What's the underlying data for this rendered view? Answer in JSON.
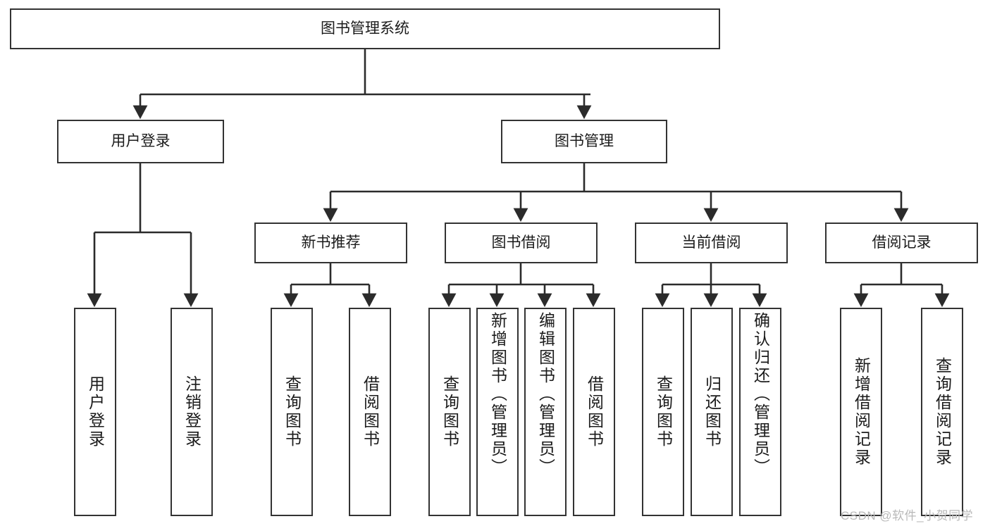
{
  "diagram": {
    "title": "图书管理系统",
    "root": {
      "label": "图书管理系统"
    },
    "level2": [
      {
        "label": "用户登录"
      },
      {
        "label": "图书管理"
      }
    ],
    "level3": [
      {
        "label": "新书推荐"
      },
      {
        "label": "图书借阅"
      },
      {
        "label": "当前借阅"
      },
      {
        "label": "借阅记录"
      }
    ],
    "leaves": {
      "user_login": [
        {
          "label": "用户登录"
        },
        {
          "label": "注销登录"
        }
      ],
      "new_book_recommend": [
        {
          "label": "查询图书"
        },
        {
          "label": "借阅图书"
        }
      ],
      "book_borrow": [
        {
          "label": "查询图书"
        },
        {
          "label": "新增图书（管理员）"
        },
        {
          "label": "编辑图书（管理员）"
        },
        {
          "label": "借阅图书"
        }
      ],
      "current_borrow": [
        {
          "label": "查询图书"
        },
        {
          "label": "归还图书"
        },
        {
          "label": "确认归还（管理员）"
        }
      ],
      "borrow_record": [
        {
          "label": "新增借阅记录"
        },
        {
          "label": "查询借阅记录"
        }
      ]
    }
  },
  "watermark": {
    "text": "CSDN @软件_小贺同学"
  },
  "colors": {
    "box_border": "#333333",
    "box_fill": "#ffffff",
    "edge": "#2b2b2b",
    "text": "#1b1b1b",
    "watermark": "#b9b9b9"
  }
}
